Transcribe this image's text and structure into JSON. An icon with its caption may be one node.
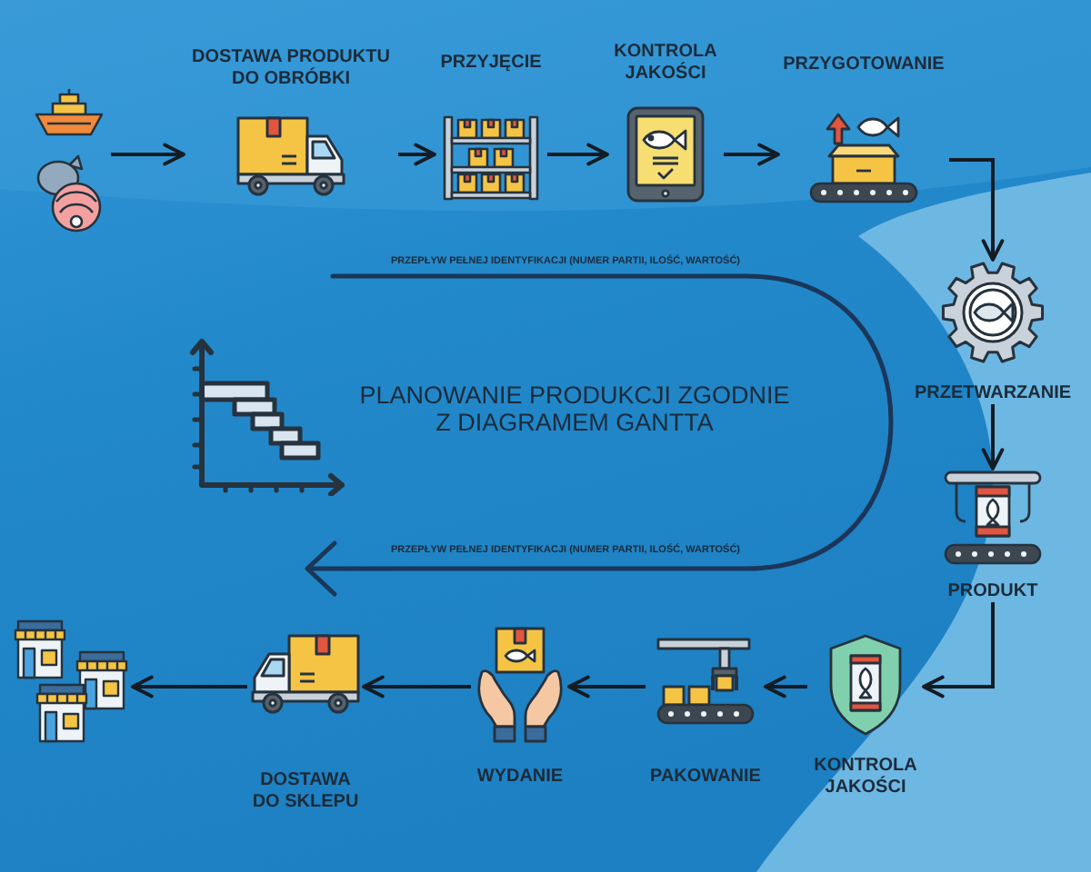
{
  "diagram": {
    "nodes": [
      {
        "text": [],
        "shape": "picture"
      },
      {
        "text": [
          "DOSTAWA PRODUKTU DO OBRÓBKI"
        ]
      },
      {
        "text": [
          "PRZYJĘCIE"
        ]
      },
      {
        "text": [
          "KONTROLA JAKOŚCI"
        ]
      },
      {
        "text": [
          "PRZYGOTOWANIE"
        ]
      },
      {
        "text": [
          "PRZETWARZANIE"
        ]
      },
      {
        "text": [
          "PRODUKT"
        ]
      },
      {
        "text": [
          "KONTROLA JAKOŚCI"
        ]
      },
      {
        "text": [
          "PAKOWANIE"
        ]
      },
      {
        "text": [
          "WYDANIE"
        ]
      },
      {
        "text": [
          "DOSTAWA DO SKLEPU"
        ]
      },
      {
        "text": [],
        "shape": "picture"
      }
    ],
    "edges": [
      {
        "from": 0,
        "to": 1,
        "arrow": "to"
      },
      {
        "from": 1,
        "to": 2,
        "arrow": "to"
      },
      {
        "from": 2,
        "to": 3,
        "arrow": "to"
      },
      {
        "from": 3,
        "to": 4,
        "arrow": "to"
      },
      {
        "from": 4,
        "to": 5,
        "arrow": "to"
      },
      {
        "from": 5,
        "to": 6,
        "arrow": "to"
      },
      {
        "from": 6,
        "to": 7,
        "arrow": "to"
      },
      {
        "from": 7,
        "to": 8,
        "arrow": "to"
      },
      {
        "from": 8,
        "to": 9,
        "arrow": "to"
      },
      {
        "from": 9,
        "to": 10,
        "arrow": "to"
      },
      {
        "from": 10,
        "to": 11,
        "arrow": "to"
      }
    ],
    "labels": [
      "PRZEPŁYW PEŁNEJ IDENTYFIKACJI (NUMER PARTII, ILOŚĆ, WARTOŚĆ)",
      "PLANOWANIE PRODUKCJI ZGODNIE Z DIAGRAMEM GANTTA",
      "PRZEPŁYW PEŁNEJ IDENTYFIKACJI (NUMER PARTII, ILOŚĆ, WARTOŚĆ)"
    ]
  }
}
